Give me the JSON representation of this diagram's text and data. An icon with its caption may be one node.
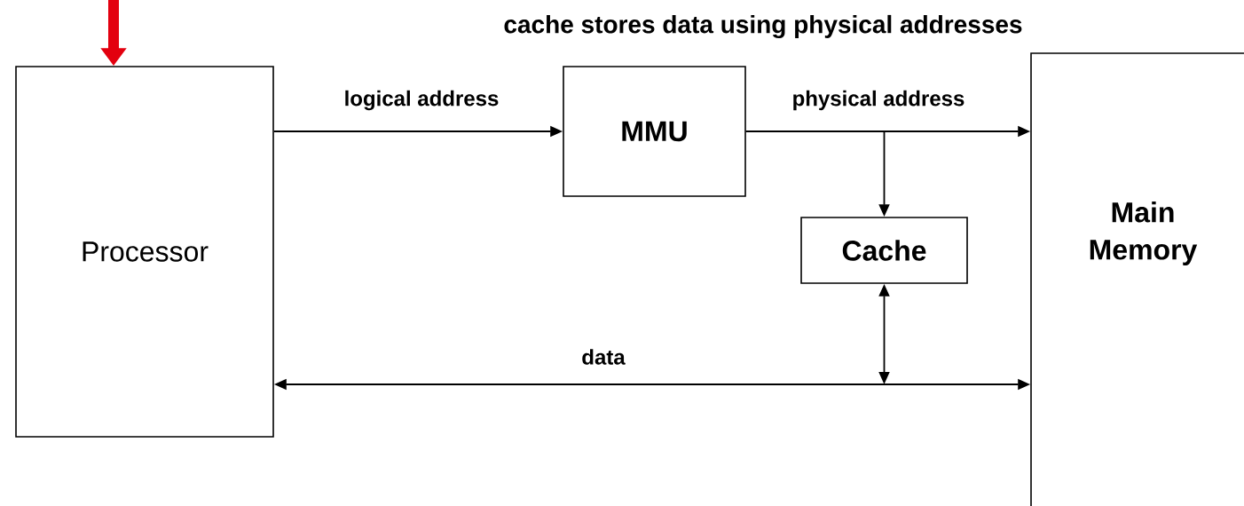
{
  "diagram": {
    "title": "cache stores data using physical addresses",
    "nodes": [
      {
        "text": [
          "Processor"
        ]
      },
      {
        "text": [
          "MMU"
        ]
      },
      {
        "text": [
          "Cache"
        ]
      },
      {
        "text": [
          "Main Memory"
        ]
      }
    ],
    "edges": [
      {
        "from": null,
        "to": 0,
        "arrow": "to",
        "style": "thick",
        "color": "#e3000f"
      },
      {
        "from": 0,
        "to": 1,
        "arrow": "to",
        "label": "logical address"
      },
      {
        "from": 1,
        "to": 3,
        "arrow": "to",
        "label": "physical address"
      },
      {
        "from": 1,
        "to": 2,
        "arrow": "to"
      },
      {
        "from": 0,
        "to": 3,
        "arrow": "both",
        "label": "data"
      },
      {
        "from": 2,
        "to": null,
        "arrow": "both"
      }
    ]
  }
}
